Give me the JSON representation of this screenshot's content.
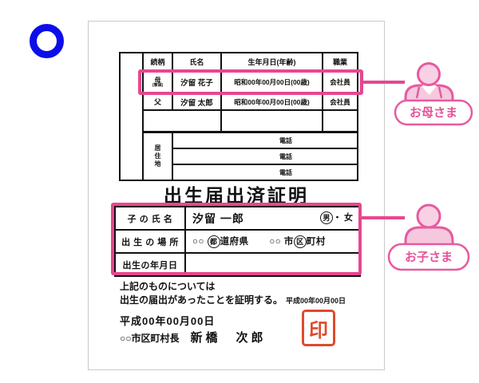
{
  "colors": {
    "accent_pink": "#e6478f",
    "icon_pink_stroke": "#e75aa0",
    "icon_pink_fill": "#f8d2e4",
    "blue_mark": "#0d0dea",
    "stamp_red": "#df4a2c"
  },
  "family_table": {
    "headers": {
      "relation": "続柄",
      "name": "氏名",
      "birth": "生年月日(年齢)",
      "job": "職業"
    },
    "mother_row": {
      "relation": "母",
      "relation_note": "(筆頭)",
      "name": "汐留 花子",
      "birth": "昭和00年00月00日(00歳)",
      "job": "会社員"
    },
    "father_row": {
      "relation": "父",
      "name": "汐留 太郎",
      "birth": "昭和00年00月00日(00歳)",
      "job": "会社員"
    },
    "residence_label": "居住地",
    "phone_label": "電話"
  },
  "certificate": {
    "title": "出生届出済証明",
    "rows": {
      "child_name_label": "子 の 氏 名",
      "child_name": "汐留 一郎",
      "sex_male": "男",
      "sex_rest": "・ 女",
      "birthplace_label": "出 生 の 場 所",
      "place_part1": "○○",
      "place_circle1": "都",
      "place_part2": "道府県",
      "place_part3": "○○",
      "place_part4": "市",
      "place_circle2": "区",
      "place_part5": "町村",
      "birthdate_label": "出生の年月日"
    },
    "statement_line1": "上記のものについては",
    "statement_line2": "出生の届出があったことを証明する。",
    "statement_date": "平成00年00月00日",
    "issue_date": "平成00年00月00日",
    "mayor_title": "○○市区町村長",
    "mayor_name": "新橋　次郎",
    "stamp_label": "印"
  },
  "callouts": {
    "mother_label": "お母さま",
    "child_label": "お子さま"
  }
}
